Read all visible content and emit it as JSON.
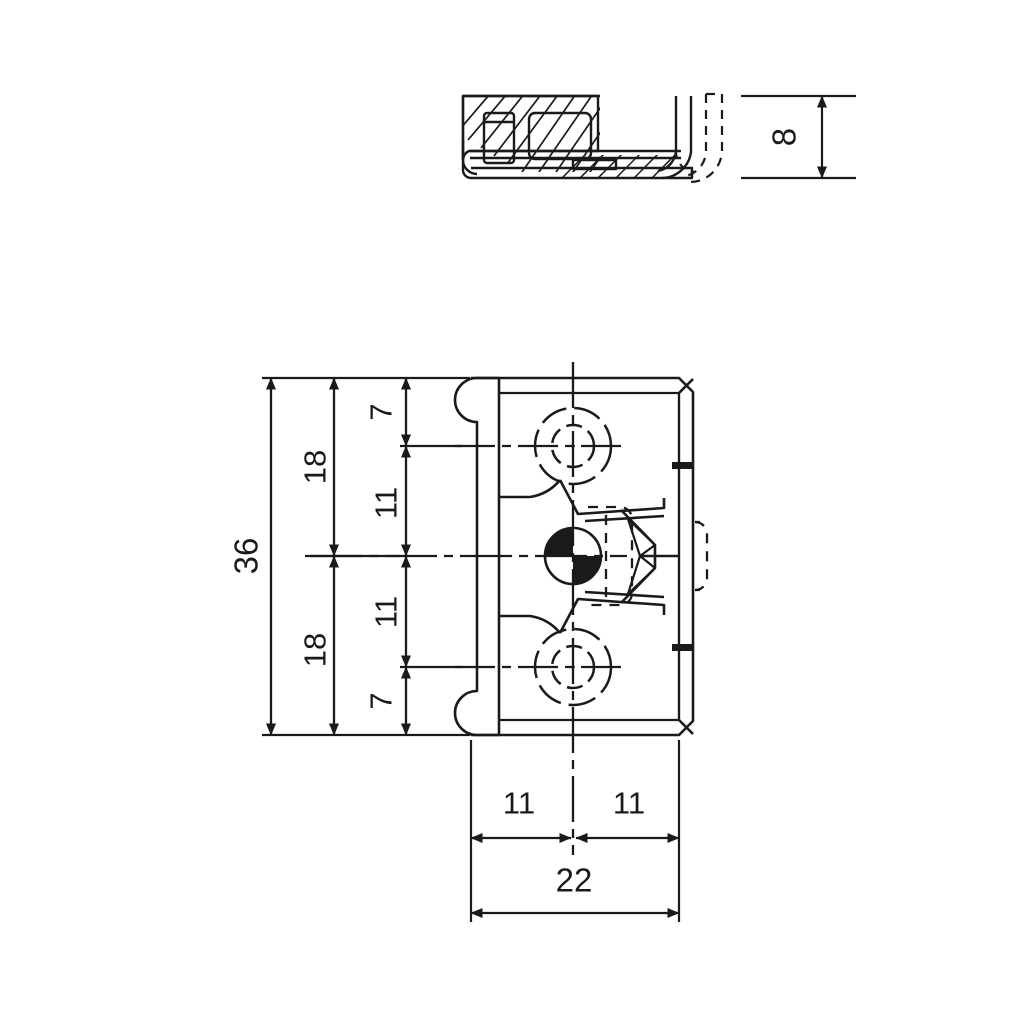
{
  "drawing": {
    "title": "Cabinet hinge mounting plate technical drawing",
    "background_color": "#ffffff",
    "line_color": "#1a1a1a",
    "units": "mm",
    "views": [
      {
        "name": "side-section-view",
        "description": "Side sectional view with hatched cross-section and hook arm"
      },
      {
        "name": "top-plan-view",
        "description": "Top plan view showing two screw holes, center cam and latch arms"
      }
    ]
  },
  "dimensions": {
    "height_overall": "36",
    "height_upper_half": "18",
    "height_lower_half": "18",
    "hole_to_center_upper": "11",
    "hole_to_center_lower": "11",
    "edge_to_hole_upper": "7",
    "edge_to_hole_lower": "7",
    "width_overall": "22",
    "width_left_half": "11",
    "width_right_half": "11",
    "thickness": "8"
  }
}
